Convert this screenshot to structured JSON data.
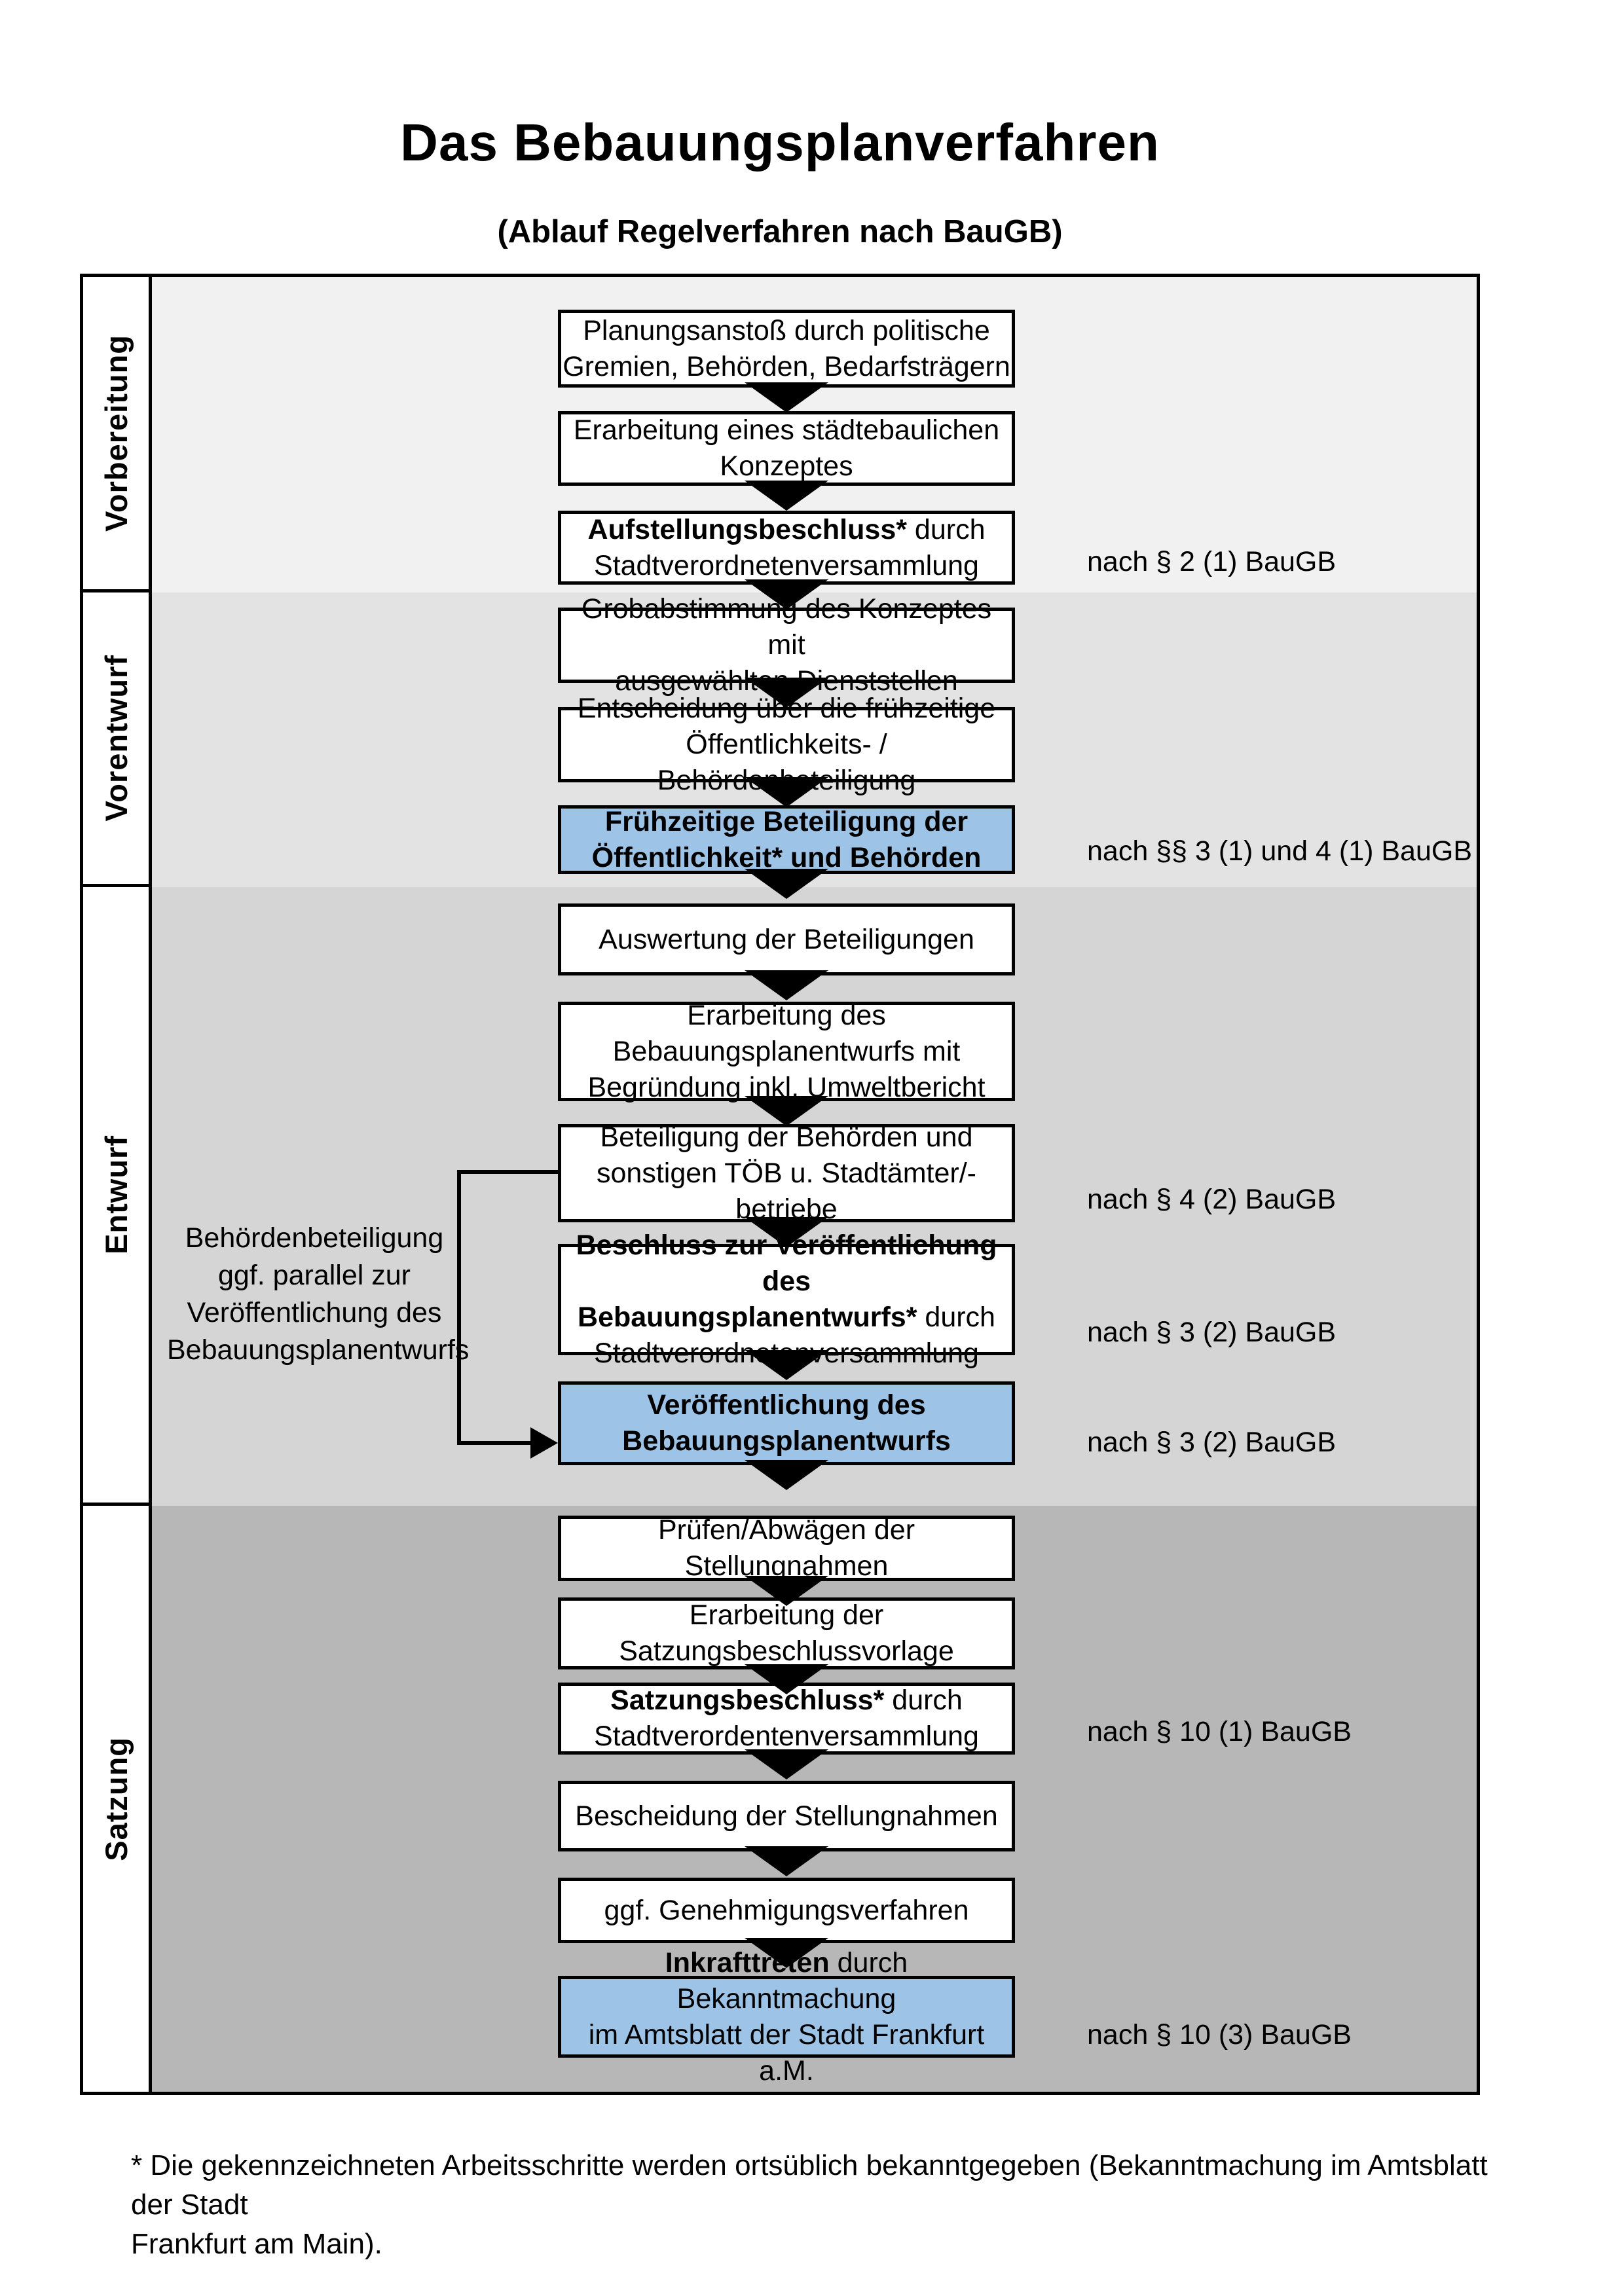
{
  "title": "Das Bebauungsplanverfahren",
  "subtitle": "(Ablauf Regelverfahren nach BauGB)",
  "colors": {
    "highlight": "#9DC3E6",
    "box_background": "#FFFFFF",
    "border": "#000000",
    "phase_bands": [
      "#F1F1F1",
      "#E3E3E3",
      "#D5D5D5",
      "#B7B7B7"
    ]
  },
  "phases": [
    {
      "label": "Vorbereitung",
      "steps": [
        {
          "lines": [
            [
              {
                "text": "Planungsanstoß durch politische",
                "bold": false
              }
            ],
            [
              {
                "text": "Gremien, Behörden, Bedarfsträgern",
                "bold": false
              }
            ]
          ],
          "highlight": false
        },
        {
          "lines": [
            [
              {
                "text": "Erarbeitung eines städtebaulichen",
                "bold": false
              }
            ],
            [
              {
                "text": "Konzeptes",
                "bold": false
              }
            ]
          ],
          "highlight": false
        },
        {
          "lines": [
            [
              {
                "text": "Aufstellungsbeschluss*",
                "bold": true
              },
              {
                "text": " durch",
                "bold": false
              }
            ],
            [
              {
                "text": "Stadtverordnetenversammlung",
                "bold": false
              }
            ]
          ],
          "highlight": false,
          "annotation": "nach § 2 (1) BauGB"
        }
      ]
    },
    {
      "label": "Vorentwurf",
      "steps": [
        {
          "lines": [
            [
              {
                "text": "Grobabstimmung des Konzeptes mit",
                "bold": false
              }
            ],
            [
              {
                "text": "ausgewählten Dienststellen",
                "bold": false
              }
            ]
          ],
          "highlight": false
        },
        {
          "lines": [
            [
              {
                "text": "Entscheidung über die frühzeitige",
                "bold": false
              }
            ],
            [
              {
                "text": "Öffentlichkeits- / Behördenbeteiligung",
                "bold": false
              }
            ]
          ],
          "highlight": false
        },
        {
          "lines": [
            [
              {
                "text": "Frühzeitige Beteiligung der",
                "bold": true
              }
            ],
            [
              {
                "text": "Öffentlichkeit* und Behörden",
                "bold": true
              }
            ]
          ],
          "highlight": true,
          "annotation": "nach §§ 3 (1) und 4 (1) BauGB"
        }
      ]
    },
    {
      "label": "Entwurf",
      "side_note_lines": [
        "Behördenbeteiligung",
        "ggf. parallel zur",
        "Veröffentlichung des",
        "Bebauungsplanentwurfs"
      ],
      "steps": [
        {
          "lines": [
            [
              {
                "text": "Auswertung der Beteiligungen",
                "bold": false
              }
            ]
          ],
          "highlight": false
        },
        {
          "lines": [
            [
              {
                "text": "Erarbeitung des",
                "bold": false
              }
            ],
            [
              {
                "text": "Bebauungsplanentwurfs mit",
                "bold": false
              }
            ],
            [
              {
                "text": "Begründung inkl. Umweltbericht",
                "bold": false
              }
            ]
          ],
          "highlight": false
        },
        {
          "lines": [
            [
              {
                "text": "Beteiligung der Behörden und",
                "bold": false
              }
            ],
            [
              {
                "text": "sonstigen TÖB u. Stadtämter/-betriebe",
                "bold": false
              }
            ]
          ],
          "highlight": false,
          "annotation": "nach § 4 (2) BauGB"
        },
        {
          "lines": [
            [
              {
                "text": "Beschluss zur Veröffentlichung des",
                "bold": true
              }
            ],
            [
              {
                "text": "Bebauungsplanentwurfs*",
                "bold": true
              },
              {
                "text": " durch",
                "bold": false
              }
            ],
            [
              {
                "text": "Stadtverordnetenversammlung",
                "bold": false
              }
            ]
          ],
          "highlight": false,
          "annotation": "nach § 3 (2) BauGB"
        },
        {
          "lines": [
            [
              {
                "text": "Veröffentlichung des",
                "bold": true
              }
            ],
            [
              {
                "text": "Bebauungsplanentwurfs",
                "bold": true
              }
            ]
          ],
          "highlight": true,
          "annotation": "nach § 3 (2) BauGB"
        }
      ]
    },
    {
      "label": "Satzung",
      "steps": [
        {
          "lines": [
            [
              {
                "text": "Prüfen/Abwägen der Stellungnahmen",
                "bold": false
              }
            ]
          ],
          "highlight": false
        },
        {
          "lines": [
            [
              {
                "text": "Erarbeitung der",
                "bold": false
              }
            ],
            [
              {
                "text": "Satzungsbeschlussvorlage",
                "bold": false
              }
            ]
          ],
          "highlight": false
        },
        {
          "lines": [
            [
              {
                "text": "Satzungsbeschluss*",
                "bold": true
              },
              {
                "text": " durch",
                "bold": false
              }
            ],
            [
              {
                "text": "Stadtverordentenversammlung",
                "bold": false
              }
            ]
          ],
          "highlight": false,
          "annotation": "nach § 10 (1) BauGB"
        },
        {
          "lines": [
            [
              {
                "text": "Bescheidung der Stellungnahmen",
                "bold": false
              }
            ]
          ],
          "highlight": false
        },
        {
          "lines": [
            [
              {
                "text": "ggf. Genehmigungsverfahren",
                "bold": false
              }
            ]
          ],
          "highlight": false
        },
        {
          "lines": [
            [
              {
                "text": "Inkrafttreten",
                "bold": true
              },
              {
                "text": " durch Bekanntmachung",
                "bold": false
              }
            ],
            [
              {
                "text": "im Amtsblatt der Stadt Frankfurt a.M.",
                "bold": false
              }
            ]
          ],
          "highlight": true,
          "annotation": "nach § 10 (3) BauGB"
        }
      ]
    }
  ],
  "footnote": {
    "line1": "* Die gekennzeichneten Arbeitsschritte werden ortsüblich bekanntgegeben (Bekanntmachung im Amtsblatt  der Stadt",
    "line2": "Frankfurt am Main)."
  }
}
